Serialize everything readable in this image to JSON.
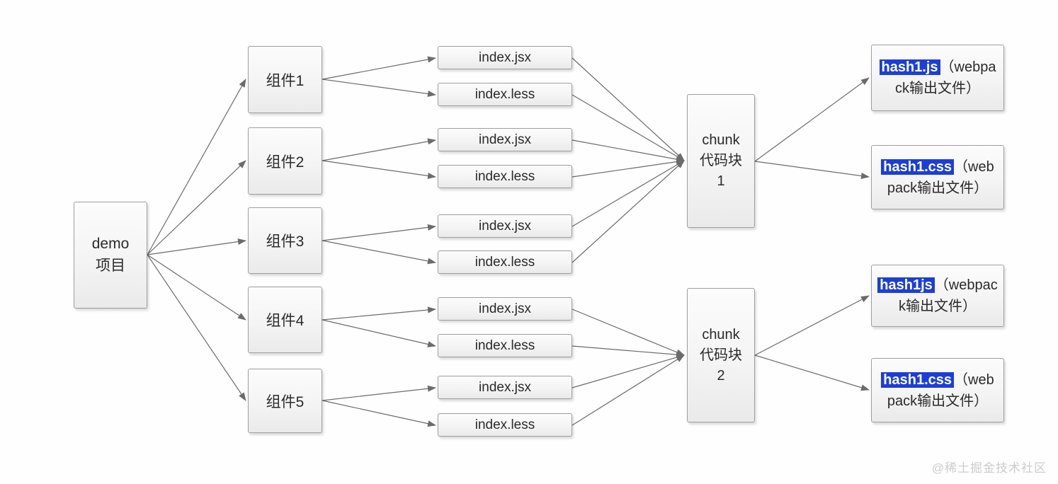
{
  "diagram": {
    "root": {
      "line1": "demo",
      "line2": "项目"
    },
    "components": [
      {
        "label": "组件1"
      },
      {
        "label": "组件2"
      },
      {
        "label": "组件3"
      },
      {
        "label": "组件4"
      },
      {
        "label": "组件5"
      }
    ],
    "file_rows": [
      {
        "jsx": "index.jsx",
        "less": "index.less"
      },
      {
        "jsx": "index.jsx",
        "less": "index.less"
      },
      {
        "jsx": "index.jsx",
        "less": "index.less"
      },
      {
        "jsx": "index.jsx",
        "less": "index.less"
      },
      {
        "jsx": "index.jsx",
        "less": "index.less"
      }
    ],
    "chunks": [
      {
        "line1": "chunk",
        "line2": "代码块",
        "line3": "1"
      },
      {
        "line1": "chunk",
        "line2": "代码块",
        "line3": "2"
      }
    ],
    "outputs": [
      {
        "hash": "hash1.js",
        "suffix": "（webpack输出文件）"
      },
      {
        "hash": "hash1.css",
        "suffix": "（webpack输出文件）"
      },
      {
        "hash": "hash1js",
        "suffix": "（webpack输出文件）"
      },
      {
        "hash": "hash1.css",
        "suffix": "（webpack输出文件）"
      }
    ],
    "watermark": "@稀土掘金技术社区",
    "colors": {
      "highlight_blue": "#1b3fd6",
      "box_border": "#9e9e9e",
      "arrow": "#6b6b6b"
    }
  }
}
